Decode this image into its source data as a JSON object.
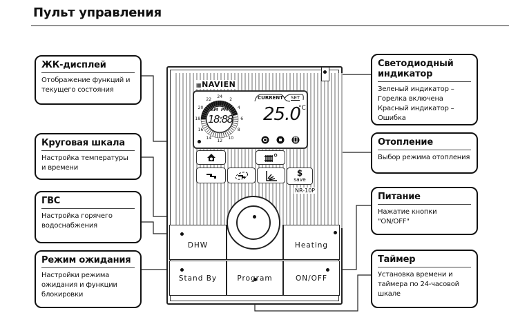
{
  "page": {
    "title": "Пульт управления"
  },
  "callouts": {
    "lcd": {
      "title": "ЖК-дисплей",
      "desc": "Отображение функций и текущего состояния"
    },
    "dial": {
      "title": "Круговая шкала",
      "desc": "Настройка температуры и времени"
    },
    "dhw": {
      "title": "ГВС",
      "desc": "Настройка горячего водоснабжения"
    },
    "standby": {
      "title": "Режим ожидания",
      "desc": "Настройки режима ожидания и функции блокировки"
    },
    "led": {
      "title": "Светодиодный индикатор",
      "desc_lines": [
        "Зеленый индикатор –",
        "Горелка включена",
        "Красный индикатор –",
        "Ошибка"
      ]
    },
    "heating": {
      "title": "Отопление",
      "desc": "Выбор режима отопления"
    },
    "power": {
      "title": "Питание",
      "desc_lines": [
        "Нажатие кнопки",
        "\"ON/OFF\""
      ]
    },
    "timer": {
      "title": "Таймер",
      "desc": "Установка времени и таймера по 24-часовой шкале"
    }
  },
  "device": {
    "brand": "NAVIEN",
    "model": "NR-10P",
    "lcd": {
      "tab_current": "CURRENT",
      "tab_set": "SET",
      "temperature": "25.0",
      "unit": "°C",
      "clock": "18:88",
      "am": "AM",
      "pm": "PM",
      "hour_labels": [
        "24",
        "2",
        "4",
        "6",
        "8",
        "10",
        "12",
        "14",
        "16",
        "18",
        "20",
        "22"
      ],
      "status_icons": [
        "timer-icon",
        "lock-icon",
        "exit-icon"
      ]
    },
    "small_buttons": [
      {
        "name": "home-mode",
        "icon": "home-icon"
      },
      {
        "name": "radiator-mode",
        "icon": "radiator-icon"
      },
      {
        "name": "hot-water-mode",
        "icon": "faucet-icon"
      },
      {
        "name": "shower-mode",
        "icon": "shower-icon"
      },
      {
        "name": "floor-heating-mode",
        "icon": "floor-heat-icon"
      },
      {
        "name": "save-mode",
        "icon": "dollar-icon",
        "label": "save",
        "symbol": "$"
      }
    ],
    "keys": {
      "dhw": "DHW",
      "heating": "Heating",
      "standby": "Stand By",
      "program": "Program",
      "onoff": "ON/OFF"
    }
  }
}
